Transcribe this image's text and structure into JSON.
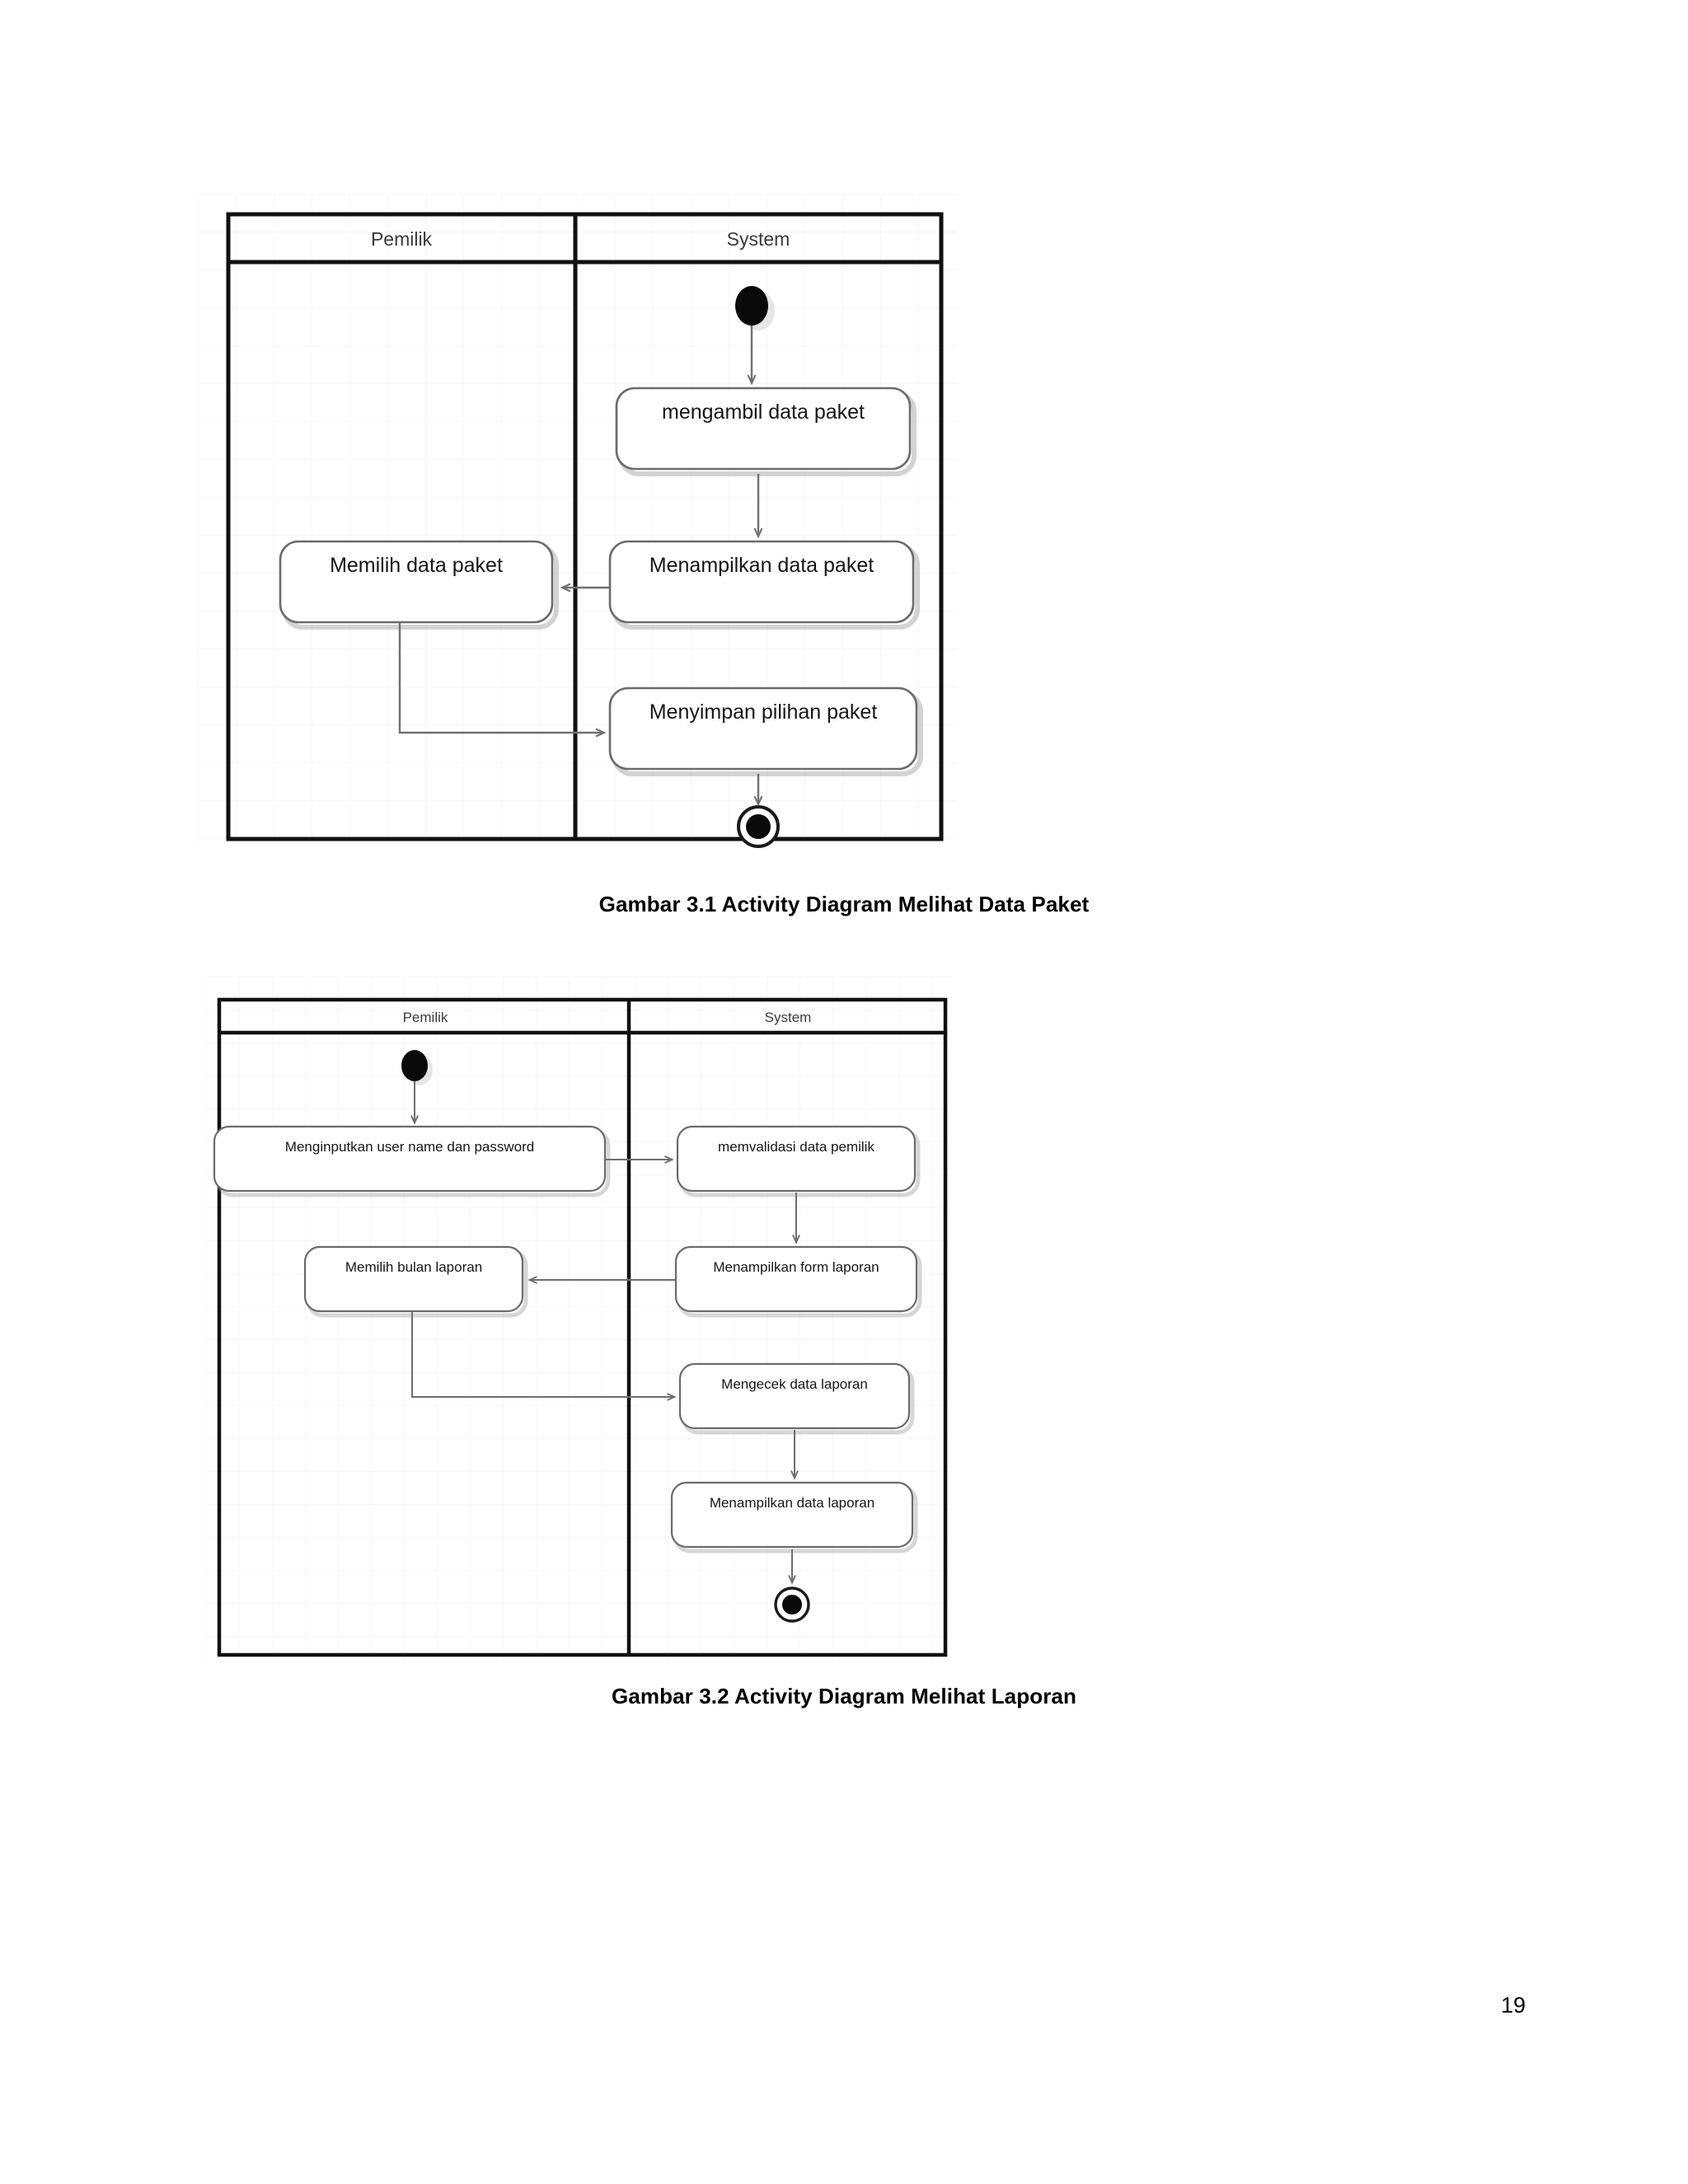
{
  "page": {
    "number": "19",
    "background_color": "#ffffff",
    "text_color": "#000000"
  },
  "figures": [
    {
      "id": "figure-1",
      "caption": "Gambar 3.1 Activity Diagram Melihat Data Paket",
      "type": "uml-activity-diagram",
      "lanes": [
        {
          "name": "Pemilik"
        },
        {
          "name": "System"
        }
      ],
      "nodes": [
        {
          "kind": "initial-node",
          "lane": "System",
          "label": ""
        },
        {
          "kind": "action",
          "lane": "System",
          "label": "mengambil data paket"
        },
        {
          "kind": "action",
          "lane": "System",
          "label": "Menampilkan data paket"
        },
        {
          "kind": "action",
          "lane": "Pemilik",
          "label": "Memilih data paket"
        },
        {
          "kind": "action",
          "lane": "System",
          "label": "Menyimpan pilihan paket"
        },
        {
          "kind": "final-node",
          "lane": "System",
          "label": ""
        }
      ],
      "edges": [
        {
          "from": "initial-node",
          "to": "mengambil data paket"
        },
        {
          "from": "mengambil data paket",
          "to": "Menampilkan data paket"
        },
        {
          "from": "Menampilkan data paket",
          "to": "Memilih data paket"
        },
        {
          "from": "Memilih data paket",
          "to": "Menyimpan pilihan paket"
        },
        {
          "from": "Menyimpan pilihan paket",
          "to": "final-node"
        }
      ]
    },
    {
      "id": "figure-2",
      "caption": "Gambar 3.2 Activity Diagram Melihat Laporan",
      "type": "uml-activity-diagram",
      "lanes": [
        {
          "name": "Pemilik"
        },
        {
          "name": "System"
        }
      ],
      "nodes": [
        {
          "kind": "initial-node",
          "lane": "Pemilik",
          "label": ""
        },
        {
          "kind": "action",
          "lane": "Pemilik",
          "label": "Menginputkan user name dan password"
        },
        {
          "kind": "action",
          "lane": "System",
          "label": "memvalidasi data pemilik"
        },
        {
          "kind": "action",
          "lane": "System",
          "label": "Menampilkan form laporan"
        },
        {
          "kind": "action",
          "lane": "Pemilik",
          "label": "Memilih bulan laporan"
        },
        {
          "kind": "action",
          "lane": "System",
          "label": "Mengecek data laporan"
        },
        {
          "kind": "action",
          "lane": "System",
          "label": "Menampilkan data laporan"
        },
        {
          "kind": "final-node",
          "lane": "System",
          "label": ""
        }
      ],
      "edges": [
        {
          "from": "initial-node",
          "to": "Menginputkan user name dan password"
        },
        {
          "from": "Menginputkan user name dan password",
          "to": "memvalidasi data pemilik"
        },
        {
          "from": "memvalidasi data pemilik",
          "to": "Menampilkan form laporan"
        },
        {
          "from": "Menampilkan form laporan",
          "to": "Memilih bulan laporan"
        },
        {
          "from": "Memilih bulan laporan",
          "to": "Mengecek data laporan"
        },
        {
          "from": "Mengecek data laporan",
          "to": "Menampilkan data laporan"
        },
        {
          "from": "Menampilkan data laporan",
          "to": "final-node"
        }
      ]
    }
  ],
  "colors": {
    "frame_stroke": "#101010",
    "node_stroke": "#6b6b6b",
    "node_fill": "#ffffff",
    "edge_stroke": "#707070",
    "grid_line": "#f2f2f2",
    "node_shadow": "#9a9a9a"
  }
}
